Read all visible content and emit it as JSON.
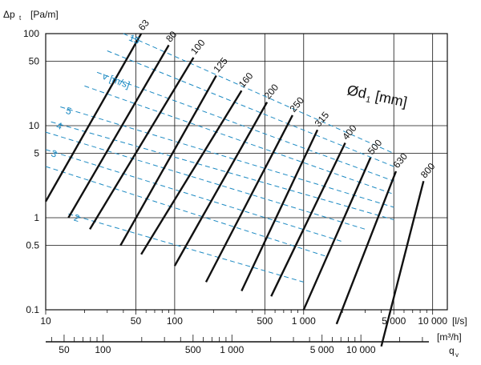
{
  "chart_data": {
    "type": "line",
    "title": "",
    "y_axis": {
      "label": "Δp",
      "label_sub": "t",
      "unit": "[Pa/m]",
      "scale": "log",
      "range": [
        0.1,
        100
      ],
      "ticks": [
        {
          "value": 100,
          "label": "100"
        },
        {
          "value": 50,
          "label": "50"
        },
        {
          "value": 10,
          "label": "10"
        },
        {
          "value": 5,
          "label": "5"
        },
        {
          "value": 1,
          "label": "1"
        },
        {
          "value": 0.5,
          "label": "0.5"
        },
        {
          "value": 0.1,
          "label": "0.1"
        }
      ]
    },
    "x_axis": {
      "unit": "[l/s]",
      "scale": "log",
      "range": [
        10,
        13000
      ],
      "ticks": [
        {
          "value": 10,
          "label": "10"
        },
        {
          "value": 50,
          "label": "50"
        },
        {
          "value": 100,
          "label": "100"
        },
        {
          "value": 500,
          "label": "500"
        },
        {
          "value": 1000,
          "label": "1 000"
        },
        {
          "value": 5000,
          "label": "5 000"
        },
        {
          "value": 10000,
          "label": "10 000"
        }
      ]
    },
    "x2_axis": {
      "unit": "[m³/h]",
      "label": "q",
      "label_sub": "v",
      "scale": "log",
      "ticks": [
        {
          "value": 50,
          "label": "50"
        },
        {
          "value": 100,
          "label": "100"
        },
        {
          "value": 500,
          "label": "500"
        },
        {
          "value": 1000,
          "label": "1 000"
        },
        {
          "value": 5000,
          "label": "5 000"
        },
        {
          "value": 10000,
          "label": "10 000"
        }
      ]
    },
    "diameter_axis_label": "Ød",
    "diameter_axis_sub": "1",
    "diameter_axis_unit": "[mm]",
    "velocity_axis_label": "v [m/s]",
    "diameter_lines": [
      {
        "label": "63",
        "q_start": 10,
        "dp_start": 1.5,
        "q_end": 55,
        "dp_end": 100
      },
      {
        "label": "80",
        "q_start": 15,
        "dp_start": 1,
        "q_end": 90,
        "dp_end": 75
      },
      {
        "label": "100",
        "q_start": 22,
        "dp_start": 0.75,
        "q_end": 140,
        "dp_end": 55
      },
      {
        "label": "125",
        "q_start": 38,
        "dp_start": 0.5,
        "q_end": 210,
        "dp_end": 35
      },
      {
        "label": "160",
        "q_start": 55,
        "dp_start": 0.4,
        "q_end": 330,
        "dp_end": 24
      },
      {
        "label": "200",
        "q_start": 100,
        "dp_start": 0.3,
        "q_end": 520,
        "dp_end": 18
      },
      {
        "label": "250",
        "q_start": 175,
        "dp_start": 0.2,
        "q_end": 820,
        "dp_end": 13
      },
      {
        "label": "315",
        "q_start": 330,
        "dp_start": 0.16,
        "q_end": 1280,
        "dp_end": 9
      },
      {
        "label": "400",
        "q_start": 560,
        "dp_start": 0.14,
        "q_end": 2100,
        "dp_end": 6.5
      },
      {
        "label": "500",
        "q_start": 1000,
        "dp_start": 0.1,
        "q_end": 3300,
        "dp_end": 4.5
      },
      {
        "label": "630",
        "q_start": 1800,
        "dp_start": 0.07,
        "q_end": 5200,
        "dp_end": 3.2
      },
      {
        "label": "800",
        "q_start": 4000,
        "dp_start": 0.04,
        "q_end": 8500,
        "dp_end": 2.5
      }
    ],
    "velocity_lines": [
      {
        "label": "15",
        "q_start": 40,
        "dp_start": 100,
        "q_end": 5000,
        "dp_end": 5
      },
      {
        "label": "",
        "q_start": 30,
        "dp_start": 65,
        "q_end": 5000,
        "dp_end": 3.6
      },
      {
        "label": "v [m/s]",
        "q_start": 25,
        "dp_start": 38,
        "q_end": 5000,
        "dp_end": 2.5
      },
      {
        "label": "",
        "q_start": 20,
        "dp_start": 27,
        "q_end": 5000,
        "dp_end": 1.8
      },
      {
        "label": "5",
        "q_start": 13,
        "dp_start": 16,
        "q_end": 5000,
        "dp_end": 1.3
      },
      {
        "label": "4",
        "q_start": 11,
        "dp_start": 11,
        "q_end": 5000,
        "dp_end": 0.95
      },
      {
        "label": "",
        "q_start": 10,
        "dp_start": 8.5,
        "q_end": 3000,
        "dp_end": 0.75
      },
      {
        "label": "3",
        "q_start": 10,
        "dp_start": 5.5,
        "q_end": 2000,
        "dp_end": 0.55
      },
      {
        "label": "",
        "q_start": 10,
        "dp_start": 3.6,
        "q_end": 1500,
        "dp_end": 0.38
      },
      {
        "label": "2",
        "q_start": 15,
        "dp_start": 1.1,
        "q_end": 1000,
        "dp_end": 0.2
      }
    ],
    "grid": true
  }
}
